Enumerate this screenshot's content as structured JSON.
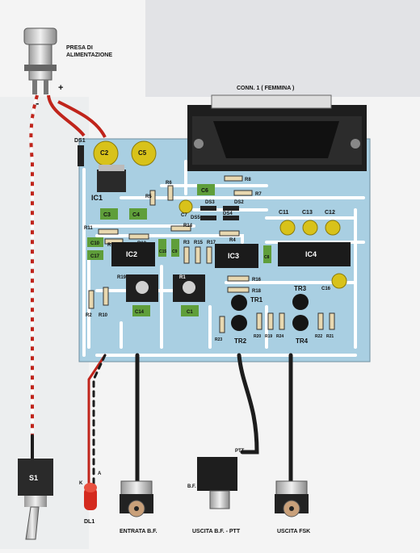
{
  "labels": {
    "power_jack": [
      "PRESA DI",
      "ALIMENTAZIONE"
    ],
    "plus": "+",
    "minus": "-",
    "connector": "CONN. 1 ( FEMMINA )",
    "ds1": "DS1",
    "c2": "C2",
    "c5": "C5",
    "ic1": "IC1",
    "r8": "R8",
    "r7": "R7",
    "r5": "R5",
    "r6": "R6",
    "c6": "C6",
    "ds3": "DS3",
    "ds2": "DS2",
    "ds4": "DS4",
    "ds5": "DS5",
    "c7": "C7",
    "c3": "C3",
    "c4": "C4",
    "c11": "C11",
    "c13": "C13",
    "c12": "C12",
    "r11": "R11",
    "r12": "R12",
    "r13": "R13",
    "r14": "R14",
    "r3": "R3",
    "r15": "R15",
    "r17": "R17",
    "r4": "R4",
    "c10": "C10",
    "c17": "C17",
    "c15": "C15",
    "c9": "C9",
    "c16": "C16",
    "c8": "C8",
    "c14": "C14",
    "c1": "C1",
    "ic2": "IC2",
    "ic3": "IC3",
    "ic4": "IC4",
    "r19": "R19",
    "r1": "R1",
    "r2": "R2",
    "r10": "R10",
    "r16": "R16",
    "r18": "R18",
    "tr1": "TR1",
    "tr2": "TR2",
    "tr3": "TR3",
    "tr4": "TR4",
    "r23": "R23",
    "r20": "R20",
    "r19b": "R19",
    "r24": "R24",
    "r22": "R22",
    "r21": "R21",
    "s1": "S1",
    "dl1": "DL1",
    "k": "K",
    "a": "A",
    "ptt": "PTT",
    "bf": "B.F.",
    "entrata": "ENTRATA B.F.",
    "uscita_ptt": "USCITA B.F. - PTT",
    "uscita_fsk": "USCITA FSK"
  },
  "colors": {
    "board": "#a9cfe2",
    "trace": "#ffffff",
    "green_cap": "#5f9e3a",
    "yellow_cap": "#d8c21a",
    "ic_body": "#1b1b1b",
    "red_wire": "#c0241b",
    "led": "#d42a1e"
  }
}
